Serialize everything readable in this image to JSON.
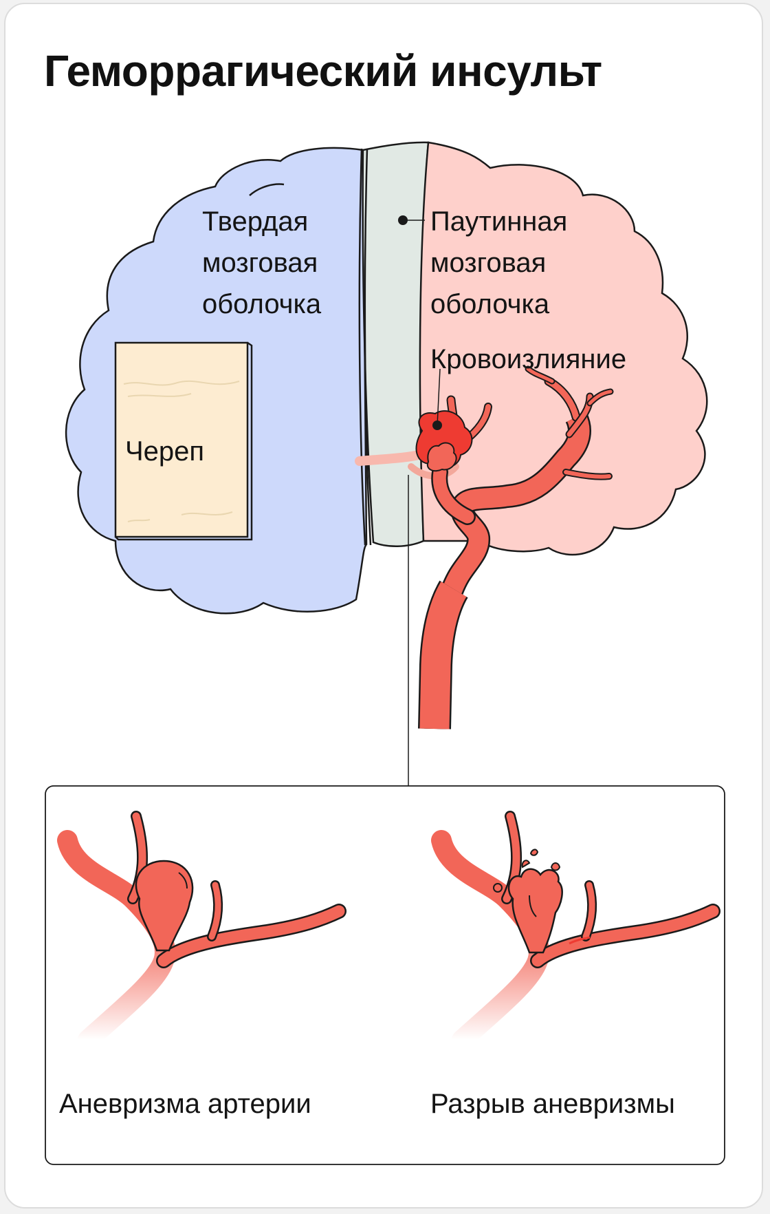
{
  "title": "Геморрагический инсульт",
  "labels": {
    "dura": [
      "Твердая",
      "мозговая",
      "оболочка"
    ],
    "arachnoid": [
      "Паутинная",
      "мозговая",
      "оболочка"
    ],
    "hemorrhage": "Кровоизлияние",
    "skull": "Череп",
    "aneurysm": "Аневризма артерии",
    "rupture": "Разрыв аневризмы"
  },
  "colors": {
    "dura_fill": "#cdd9fb",
    "meninges_gap": "#e1e9e4",
    "brain_fill": "#fed0cb",
    "skull_fill": "#fdecd1",
    "artery": "#f26658",
    "artery_dark": "#ee3b32",
    "outline": "#1a1a1a"
  }
}
